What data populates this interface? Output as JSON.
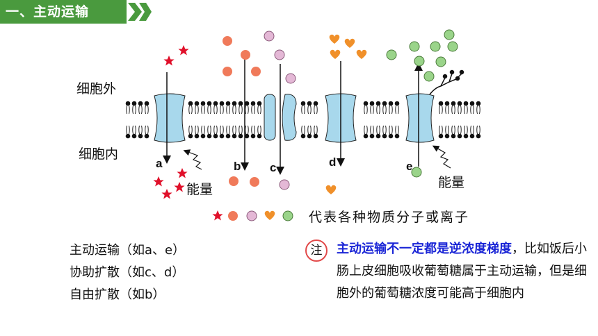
{
  "title": "一、主动运输",
  "labels": {
    "outside": "细胞外",
    "inside": "细胞内",
    "energy_a": "能量",
    "energy_e": "能量"
  },
  "pathways": [
    "a",
    "b",
    "c",
    "d",
    "e"
  ],
  "legend": {
    "text": "代表各种物质分子或离子",
    "icons": [
      "star-icon",
      "orange-circle-icon",
      "pink-circle-icon",
      "heart-icon",
      "green-circle-icon"
    ]
  },
  "types": [
    "主动运输（如a、e）",
    "协助扩散（如c、d）",
    "自由扩散（如b）"
  ],
  "note": {
    "badge": "注",
    "highlight": "主动运输不一定都是逆浓度梯度",
    "rest": "，比如饭后小肠上皮细胞吸收葡萄糖属于主动运输，但是细胞外的葡萄糖浓度可能高于细胞内"
  },
  "colors": {
    "title_bg": "#4a9a3e",
    "star": "#e0102a",
    "orange": "#f07a5a",
    "pink": "#e4b8d6",
    "heart": "#f0902a",
    "green": "#9ad48a",
    "protein": "#a8d8ec",
    "note_highlight": "#1a25d6"
  }
}
